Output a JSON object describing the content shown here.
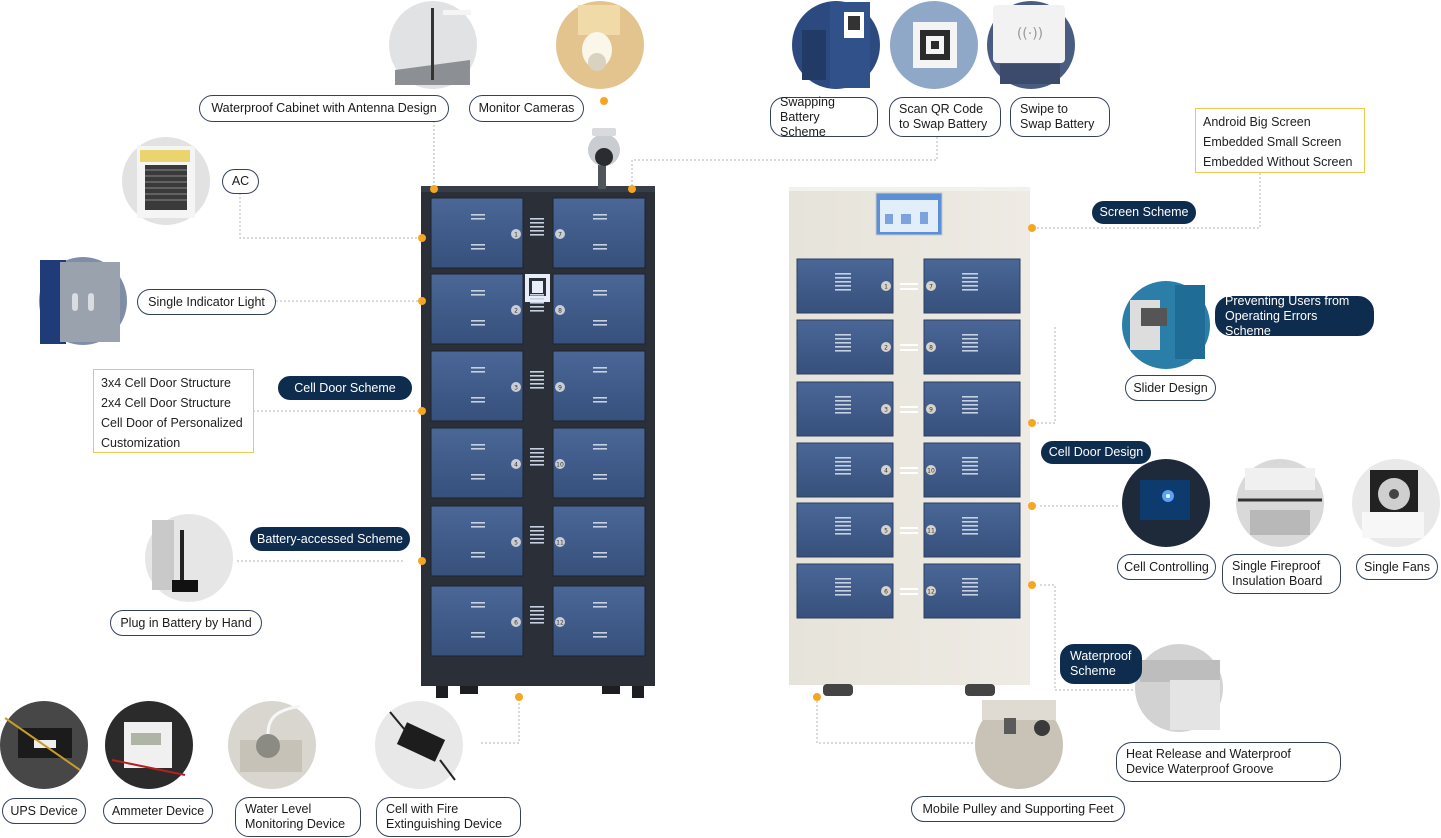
{
  "labels": {
    "waterproof_cabinet": "Waterproof Cabinet with Antenna Design",
    "monitor_cameras": "Monitor Cameras",
    "swapping_battery": "Swapping Battery Scheme",
    "scan_qr": "Scan QR Code to Swap Battery",
    "swipe_swap": "Swipe to Swap Battery",
    "ac": "AC",
    "single_indicator": "Single Indicator Light",
    "cell_door_scheme": "Cell Door Scheme",
    "battery_accessed": "Battery-accessed Scheme",
    "plug_in": "Plug in Battery by Hand",
    "ups": "UPS Device",
    "ammeter": "Ammeter Device",
    "water_level": "Water Level Monitoring Device",
    "fire_ext": "Cell with Fire Extinguishing Device",
    "screen_scheme": "Screen Scheme",
    "preventing": "Preventing Users from Operating Errors Scheme",
    "slider": "Slider Design",
    "cell_door_design": "Cell Door Design",
    "cell_controlling": "Cell Controlling",
    "fireproof": "Single Fireproof Insulation Board",
    "fans": "Single Fans",
    "waterproof_scheme": "Waterproof Scheme",
    "heat_release": "Heat Release and Waterproof Device Waterproof Groove",
    "mobile_pulley": "Mobile Pulley and Supporting Feet"
  },
  "cell_door_options": [
    "3x4 Cell Door Structure",
    "2x4 Cell Door Structure",
    "Cell Door of Personalized",
    "Customization"
  ],
  "screen_options": [
    "Android Big Screen",
    "Embedded Small Screen",
    "Embedded Without Screen"
  ],
  "cabinet_numbers": [
    "1",
    "2",
    "3",
    "4",
    "5",
    "6",
    "7",
    "8",
    "9",
    "10",
    "11",
    "12"
  ],
  "colors": {
    "accent": "#f5a623",
    "dark_pill": "#0e2c4d",
    "door_blue": "#3d5a8a",
    "dark_frame": "#2b3038",
    "beige": "#e9e6de"
  }
}
